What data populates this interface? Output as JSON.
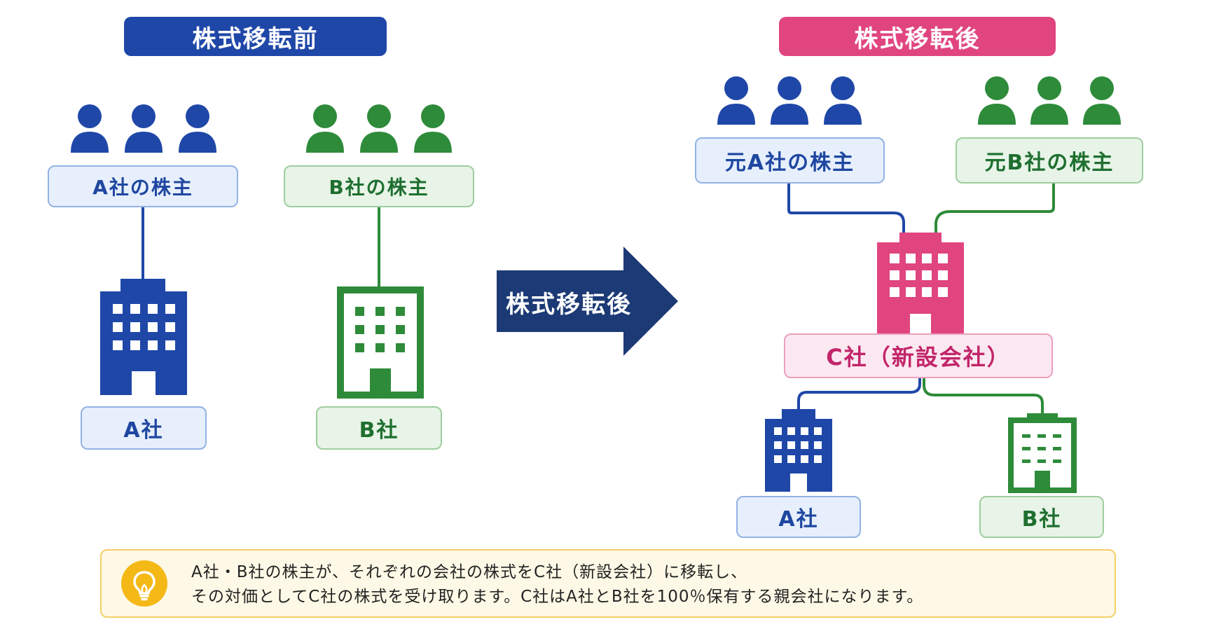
{
  "colors": {
    "blue": "#1f47a8",
    "green": "#2e8b3a",
    "pink": "#e0457f",
    "navy": "#1c3a75",
    "yellow": "#f4b817"
  },
  "before": {
    "title": "株式移転前",
    "shareholders_a": "A社の株主",
    "shareholders_b": "B社の株主",
    "company_a": "A社",
    "company_b": "B社"
  },
  "arrow_label": "株式移転後",
  "after": {
    "title": "株式移転後",
    "shareholders_a": "元A社の株主",
    "shareholders_b": "元B社の株主",
    "company_c": "C社（新設会社）",
    "company_a": "A社",
    "company_b": "B社"
  },
  "note": {
    "icon": "lightbulb-icon",
    "line1": "A社・B社の株主が、それぞれの会社の株式をC社（新設会社）に移転し、",
    "line2": "その対価としてC社の株式を受け取ります。C社はA社とB社を100％保有する親会社になります。"
  }
}
